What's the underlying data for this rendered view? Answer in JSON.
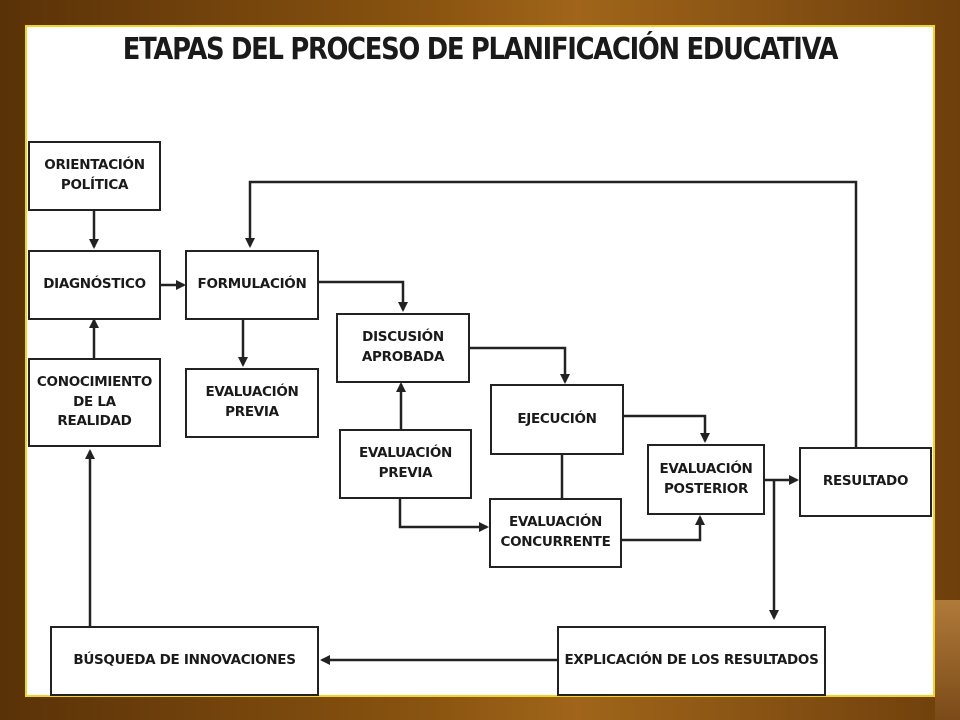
{
  "title": "ETAPAS DEL PROCESO DE PLANIFICACIÓN EDUCATIVA",
  "boxes": {
    "orientacion_politica": "ORIENTACIÓN\nPOLÍTICA",
    "diagnostico": "DIAGNÓSTICO",
    "conocimiento_realidad": "CONOCIMIENTO\nDE LA\nREALIDAD",
    "formulacion": "FORMULACIÓN",
    "evaluacion_previa_1": "EVALUACIÓN\nPREVIA",
    "discusion_aprobada": "DISCUSIÓN\nAPROBADA",
    "evaluacion_previa_2": "EVALUACIÓN\nPREVIA",
    "ejecucion": "EJECUCIÓN",
    "evaluacion_concurrente": "EVALUACIÓN\nCONCURRENTE",
    "evaluacion_posterior": "EVALUACIÓN\nPOSTERIOR",
    "resultado": "RESULTADO",
    "busqueda_innovaciones": "BÚSQUEDA DE INNOVACIONES",
    "explicacion_resultados": "EXPLICACIÓN DE LOS RESULTADOS"
  },
  "colors": {
    "background": "#8a5410",
    "slide_border": "#f2d32a",
    "box_border": "#222222",
    "arrow": "#222222"
  }
}
